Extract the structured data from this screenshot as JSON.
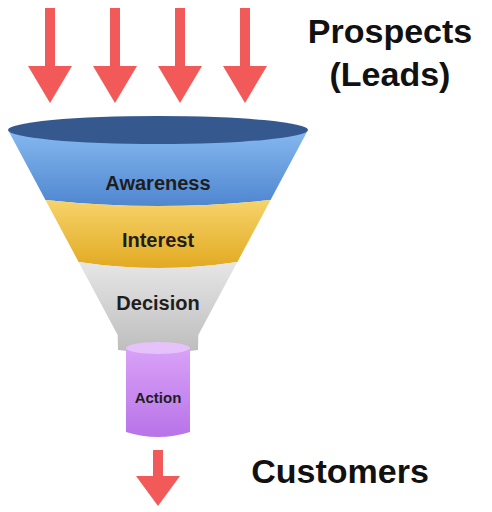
{
  "diagram": {
    "nodes": [
      {
        "text": [
          "Awareness"
        ]
      },
      {
        "text": [
          "Interest"
        ]
      },
      {
        "text": [
          "Decision"
        ]
      },
      {
        "text": [
          "Action"
        ]
      }
    ],
    "labels": [
      "Prospects (Leads)",
      "Customers"
    ]
  }
}
